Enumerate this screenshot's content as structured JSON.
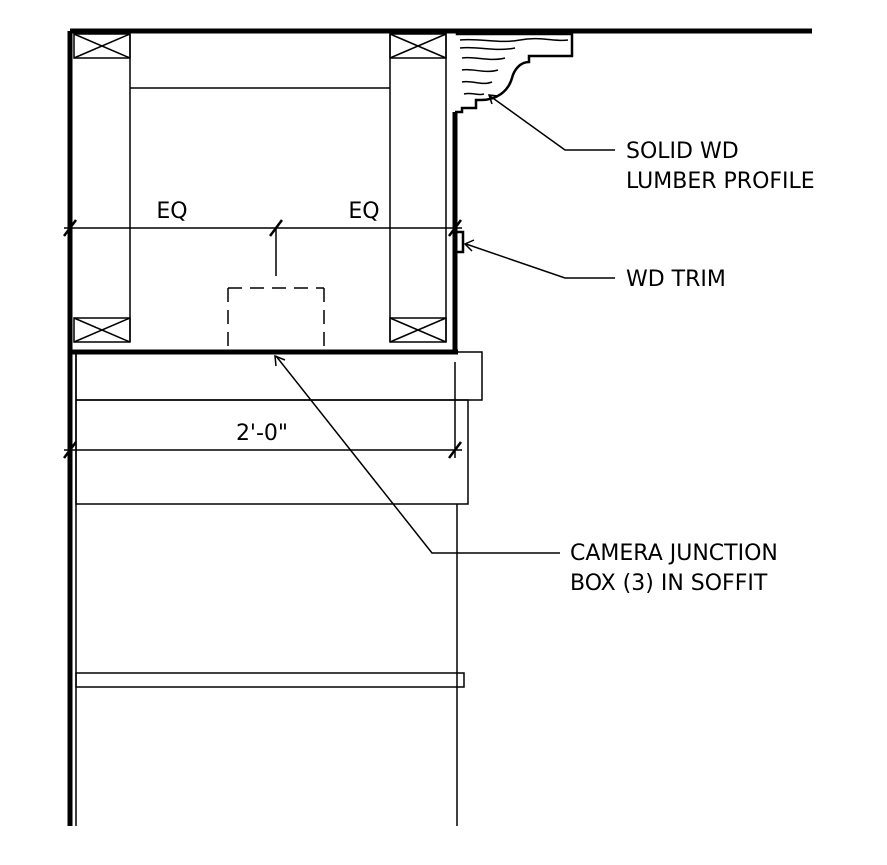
{
  "dimensions": {
    "left_eq": "EQ",
    "right_eq": "EQ",
    "soffit_depth": "2'-0\""
  },
  "callouts": {
    "lumber_profile_line1": "SOLID WD",
    "lumber_profile_line2": "LUMBER PROFILE",
    "trim": "WD TRIM",
    "junction_box_line1": "CAMERA JUNCTION",
    "junction_box_line2": "BOX (3) IN SOFFIT"
  },
  "colors": {
    "ink": "#000000",
    "paper": "#ffffff"
  }
}
